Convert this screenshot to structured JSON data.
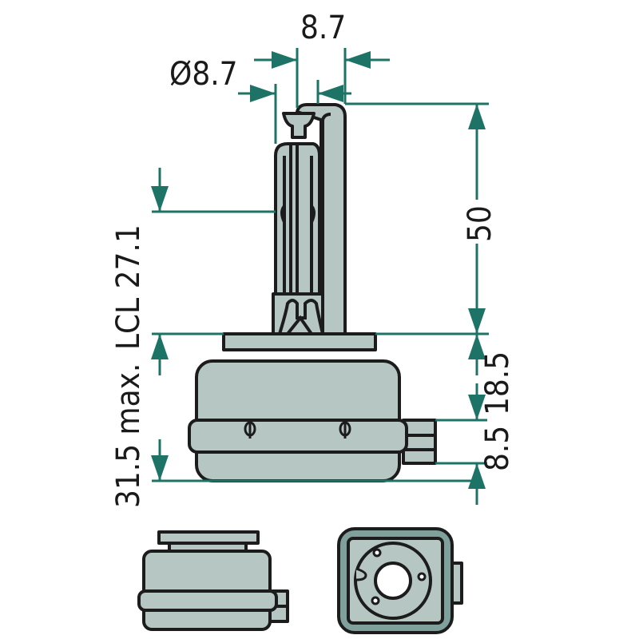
{
  "labels": {
    "tip_width": "8.7",
    "diameter": "Ø8.7",
    "length": "50",
    "overall_height": "31.5 max.",
    "lcl": "LCL 27.1",
    "base_height": "18.5",
    "connector_offset": "8.5"
  },
  "colors": {
    "dimension": "#1d7466",
    "part_fill": "#b6c6c3",
    "part_dark": "#7fa09b",
    "outline": "#1c1c1c"
  }
}
